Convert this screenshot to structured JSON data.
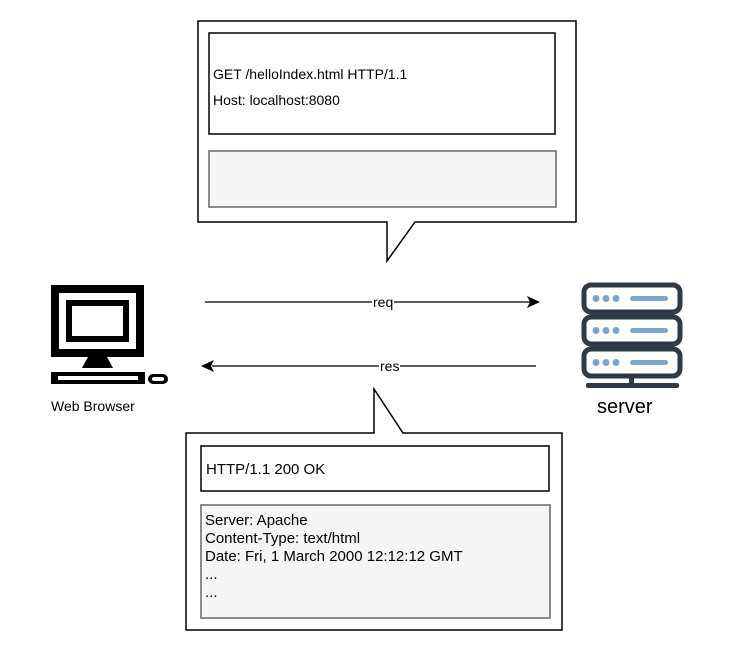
{
  "request_bubble": {
    "request_line": "GET /helloIndex.html HTTP/1.1",
    "host_line": "Host: localhost:8080",
    "body_text": ""
  },
  "response_bubble": {
    "status_line": "HTTP/1.1 200 OK",
    "headers": [
      "Server: Apache",
      "Content-Type: text/html",
      "Date: Fri, 1 March 2000 12:12:12 GMT",
      "...",
      "..."
    ]
  },
  "edges": {
    "req_label": "req",
    "res_label": "res"
  },
  "nodes": {
    "browser_label": "Web Browser",
    "server_label": "server"
  },
  "colors": {
    "stroke": "#000000",
    "box_fill": "#f5f5f5",
    "box_border": "#666666",
    "server_dark": "#2f3a47",
    "server_accent": "#7ea4c9",
    "server_dot": "#a3c0dc"
  }
}
